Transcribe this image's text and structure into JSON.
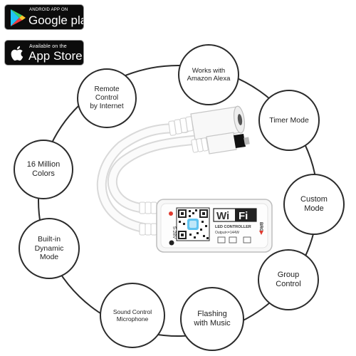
{
  "badges": {
    "google_play": {
      "small": "ANDROID APP ON",
      "big": "Google play",
      "icon": "google-play-icon"
    },
    "app_store": {
      "small": "Available on the",
      "big": "App Store",
      "icon": "apple-icon"
    }
  },
  "features": {
    "alexa": "Works with\nAmazon Alexa",
    "remote": "Remote\nControl\nby Internet",
    "timer": "Timer Mode",
    "colors": "16 Million\nColors",
    "custom": "Custom\nMode",
    "dynamic": "Built-in\nDynamic\nMode",
    "group": "Group\nControl",
    "sound": "Sound Control\nMicrophone",
    "flash": "Flashing\nwith Music"
  },
  "device": {
    "wifi_left": "Wi",
    "wifi_right": "Fi",
    "line1": "LED CONTROLLER",
    "line2": "Output<=144W",
    "voltage": "5-28V",
    "pins": "BRG"
  },
  "colors": {
    "ring": "#2b2b2b",
    "badge_bg": "#0c0c0c",
    "device_body": "#f7f7f7"
  }
}
